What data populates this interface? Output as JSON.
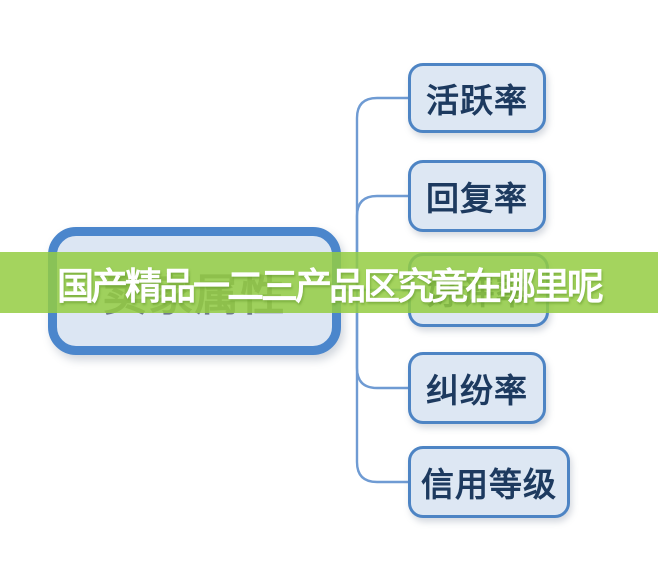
{
  "overlay": {
    "text": "国产精品一二三产品区究竟在哪里呢",
    "background_color": "#9acc42",
    "text_color": "#ffffff"
  },
  "diagram": {
    "root": {
      "label": "卖家属性"
    },
    "children": [
      {
        "label": "活跃率"
      },
      {
        "label": "回复率"
      },
      {
        "label": "好评率"
      },
      {
        "label": "纠纷率"
      },
      {
        "label": "信用等级"
      }
    ],
    "colors": {
      "node_fill": "#dde7f3",
      "node_border": "#4d84c4",
      "root_fill": "#dce6f3",
      "root_border": "#4b86cc",
      "connector": "#6f9bd3",
      "node_text": "#1d3a5f",
      "root_text": "#6e7a88"
    }
  }
}
